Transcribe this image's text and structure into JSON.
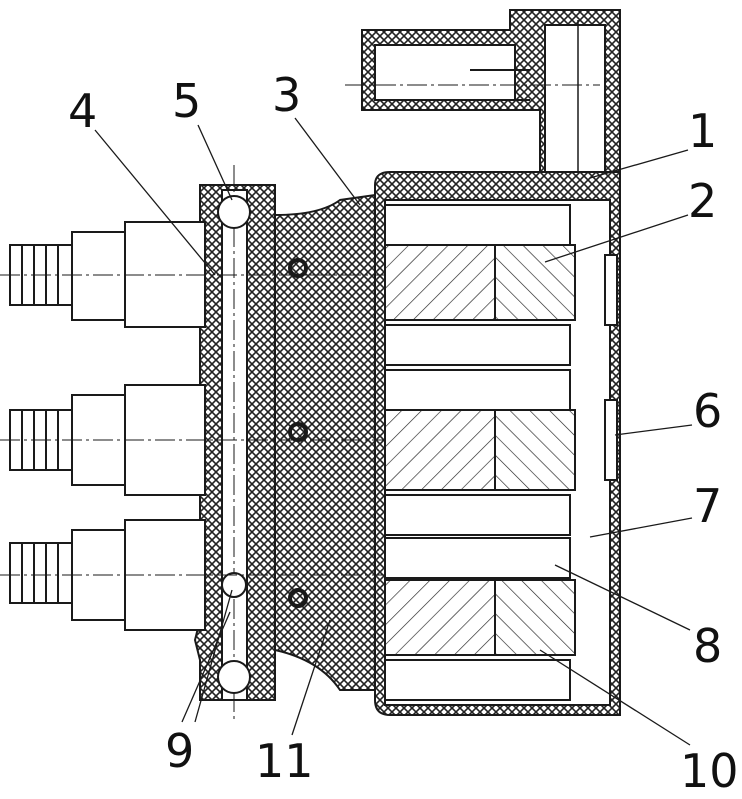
{
  "figure": {
    "labels": [
      {
        "id": "1",
        "text": "1"
      },
      {
        "id": "2",
        "text": "2"
      },
      {
        "id": "3",
        "text": "3"
      },
      {
        "id": "4",
        "text": "4"
      },
      {
        "id": "5",
        "text": "5"
      },
      {
        "id": "6",
        "text": "6"
      },
      {
        "id": "7",
        "text": "7"
      },
      {
        "id": "8",
        "text": "8"
      },
      {
        "id": "9",
        "text": "9"
      },
      {
        "id": "10",
        "text": "10"
      },
      {
        "id": "11",
        "text": "11"
      }
    ],
    "line_color": "#1a1a1a"
  }
}
